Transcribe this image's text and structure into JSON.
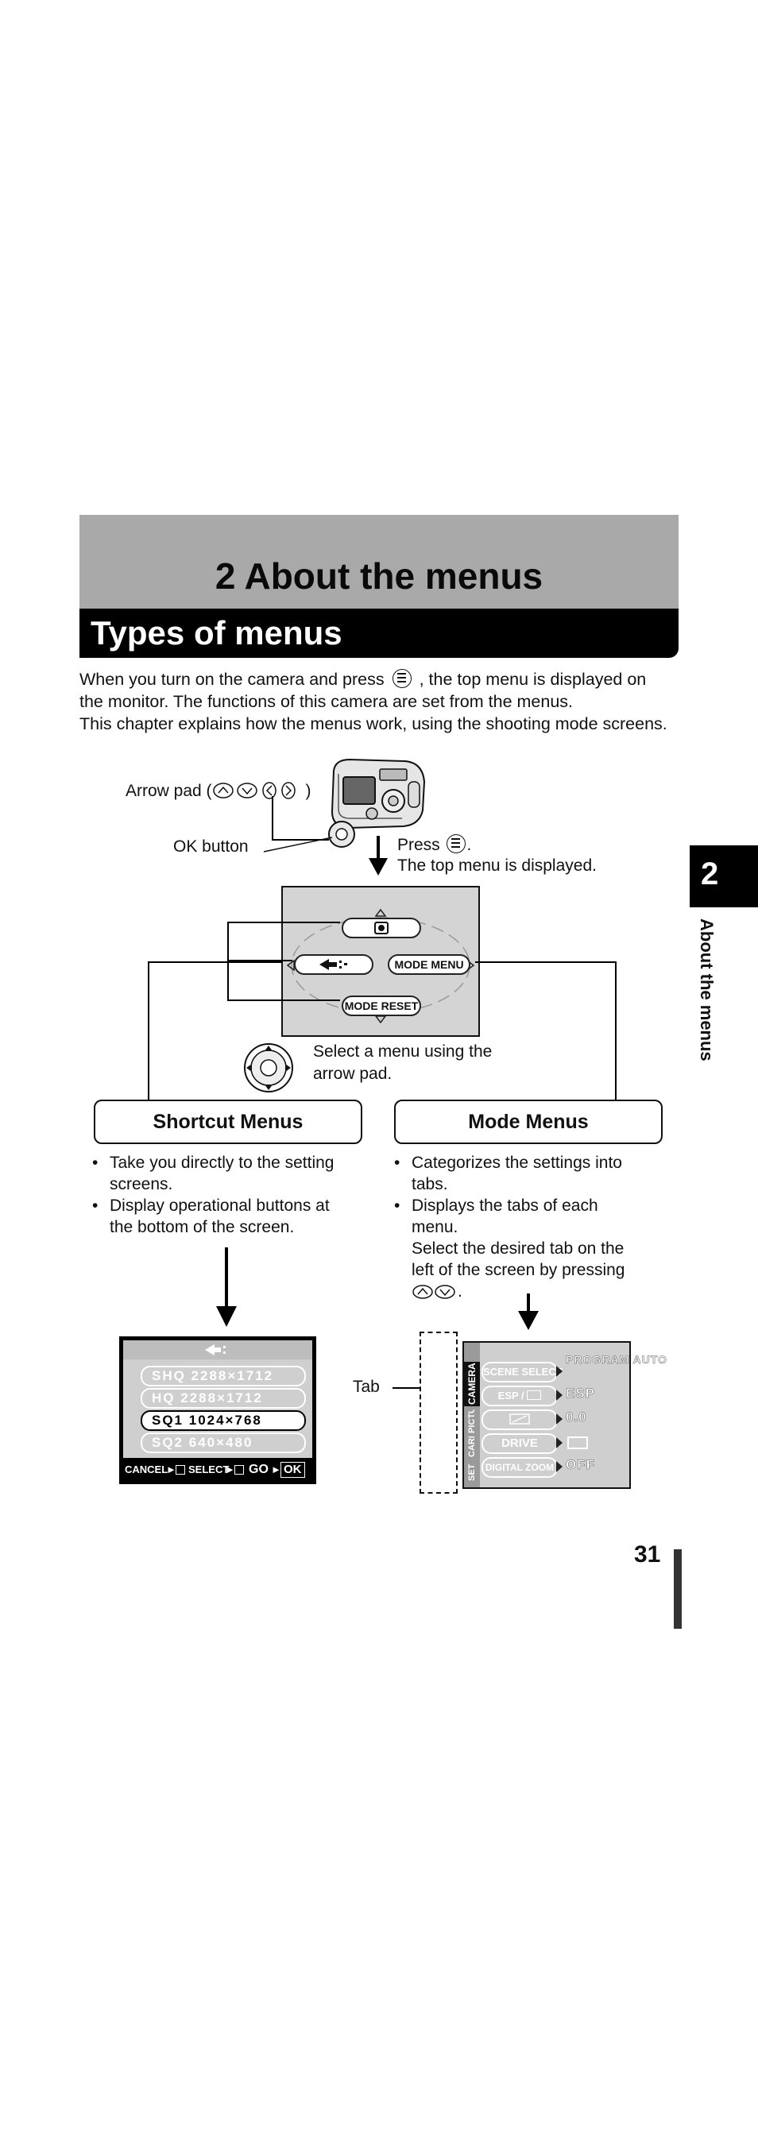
{
  "chapter": {
    "number_title": "2 About the menus"
  },
  "section": {
    "title": "Types of menus"
  },
  "intro": {
    "line1_a": "When you turn on the camera and press",
    "line1_b": ", the top menu is displayed on",
    "line2": "the monitor. The functions of this camera are set from the menus.",
    "line3": "This chapter explains how the menus work, using the shooting mode screens."
  },
  "side_tab": {
    "number": "2",
    "label": "About the menus"
  },
  "diagram": {
    "arrow_pad_label": "Arrow pad (",
    "arrow_pad_close": ")",
    "ok_button_label": "OK button",
    "press_label": "Press",
    "press_period": ".",
    "top_menu_text": "The top menu is displayed.",
    "select_menu_line1": "Select a menu using the",
    "select_menu_line2": "arrow pad.",
    "top_menu": {
      "mode_menu": "MODE  MENU",
      "mode_reset": "MODE RESET"
    },
    "tab_label": "Tab"
  },
  "shortcut_menus": {
    "title": "Shortcut Menus",
    "bullets": [
      "Take you directly to the setting screens.",
      "Display operational buttons at the bottom of the screen."
    ],
    "screen": {
      "rows": [
        "SHQ 2288×1712",
        "HQ  2288×1712",
        "SQ1 1024×768",
        "SQ2   640×480"
      ],
      "selected_index": 2,
      "cancel": "CANCEL",
      "select": "SELECT",
      "go": "GO",
      "ok": "OK"
    }
  },
  "mode_menus": {
    "title": "Mode Menus",
    "bullets": [
      "Categorizes the settings into tabs.",
      "Displays the tabs of each menu. Select the desired tab on the left of the screen by pressing"
    ],
    "bullet2_line1": "Displays the tabs of each",
    "bullet2_line2": "menu.",
    "bullet2_line3": "Select the desired tab on the",
    "bullet2_line4": "left of the screen by pressing",
    "bullet2_end": ".",
    "bullet1_line1": "Categorizes the settings into",
    "bullet1_line2": "tabs.",
    "screen": {
      "tabs": [
        "CAMERA",
        "PICTURE",
        "CARD",
        "SET"
      ],
      "rows": [
        {
          "label": "SCENE SELECT",
          "value": "PROGRAM AUTO"
        },
        {
          "label": "ESP /",
          "value": "ESP"
        },
        {
          "label": "",
          "value": "0.0"
        },
        {
          "label": "DRIVE",
          "value": ""
        },
        {
          "label": "DIGITAL ZOOM",
          "value": "OFF"
        }
      ]
    }
  },
  "shortcut_b1_line1": "Take you directly to the setting",
  "shortcut_b1_line2": "screens.",
  "shortcut_b2_line1": "Display operational buttons at",
  "shortcut_b2_line2": "the bottom of the screen.",
  "page": {
    "number": "31"
  }
}
